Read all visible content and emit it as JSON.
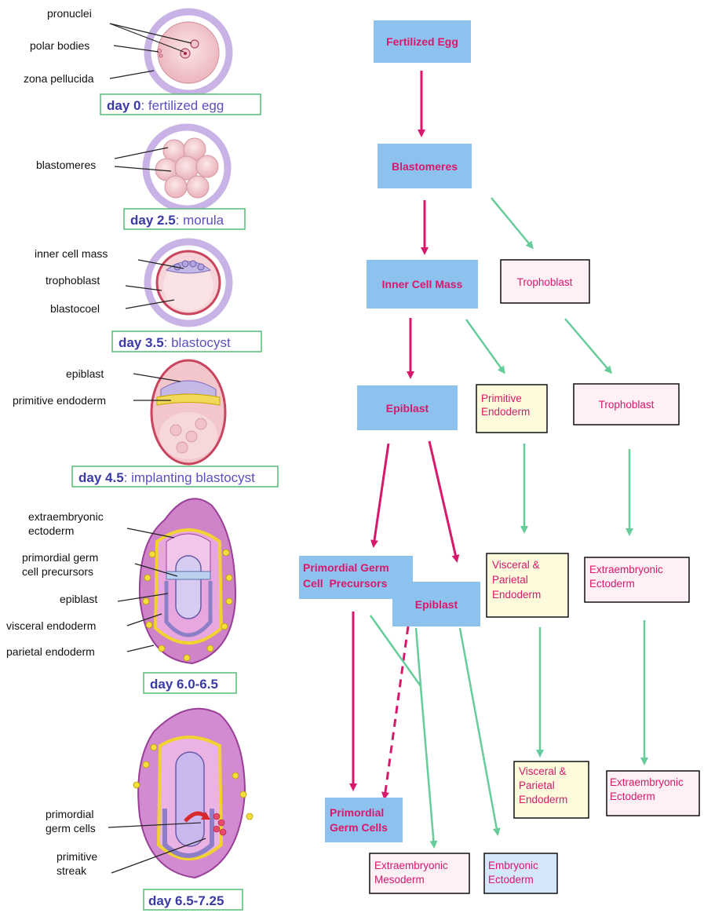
{
  "stages": [
    {
      "day": "day 0",
      "desc": ": fertilized egg",
      "labels": [
        "pronuclei",
        "polar bodies",
        "zona pellucida"
      ]
    },
    {
      "day": "day 2.5",
      "desc": ": morula",
      "labels": [
        "blastomeres"
      ]
    },
    {
      "day": "day 3.5",
      "desc": ": blastocyst",
      "labels": [
        "inner cell mass",
        "trophoblast",
        "blastocoel"
      ]
    },
    {
      "day": "day 4.5",
      "desc": ": implanting blastocyst",
      "labels": [
        "epiblast",
        "primitive endoderm"
      ]
    },
    {
      "day": "day 6.0-6.5",
      "desc": "",
      "labels": [
        "extraembryonic",
        "ectoderm",
        "primordial germ",
        "cell precursors",
        "epiblast",
        "visceral endoderm",
        "parietal endoderm"
      ]
    },
    {
      "day": "day 6.5-7.25",
      "desc": "",
      "labels": [
        "primordial",
        "germ cells",
        "primitive",
        "streak"
      ]
    }
  ],
  "flow": {
    "fertilized_egg": "Fertilized Egg",
    "blastomeres": "Blastomeres",
    "inner_cell_mass": "Inner Cell Mass",
    "trophoblast_1": "Trophoblast",
    "epiblast_1": "Epiblast",
    "primitive_endoderm": [
      "Primitive",
      "Endoderm"
    ],
    "trophoblast_2": "Trophoblast",
    "pgc_precursors": [
      "Primordial Germ",
      "Cell  Precursors"
    ],
    "epiblast_2": "Epiblast",
    "visceral_parietal_1": [
      "Visceral &",
      "Parietal",
      "Endoderm"
    ],
    "extraembryonic_ecto_1": [
      "Extraembryonic",
      "Ectoderm"
    ],
    "visceral_parietal_2": [
      "Visceral &",
      "Parietal",
      "Endoderm"
    ],
    "extraembryonic_ecto_2": [
      "Extraembryonic",
      "Ectoderm"
    ],
    "primordial_germ_cells": [
      "Primordial",
      "Germ Cells"
    ],
    "extraembryonic_mesoderm": [
      "Extraembryonic",
      "Mesoderm"
    ],
    "embryonic_ectoderm": [
      "Embryonic",
      "Ectoderm"
    ]
  },
  "colors": {
    "flow_text": "#d8186b",
    "blue_box": "#8ec2ee",
    "pink_box": "#fff0f6",
    "yellow_box": "#fdfbdc",
    "lightblue_box": "#d6e6fb",
    "pink_arrow": "#d8186b",
    "green_arrow": "#66cc99",
    "caption_border": "#55bb77",
    "caption_text": "#5a4fc0"
  }
}
